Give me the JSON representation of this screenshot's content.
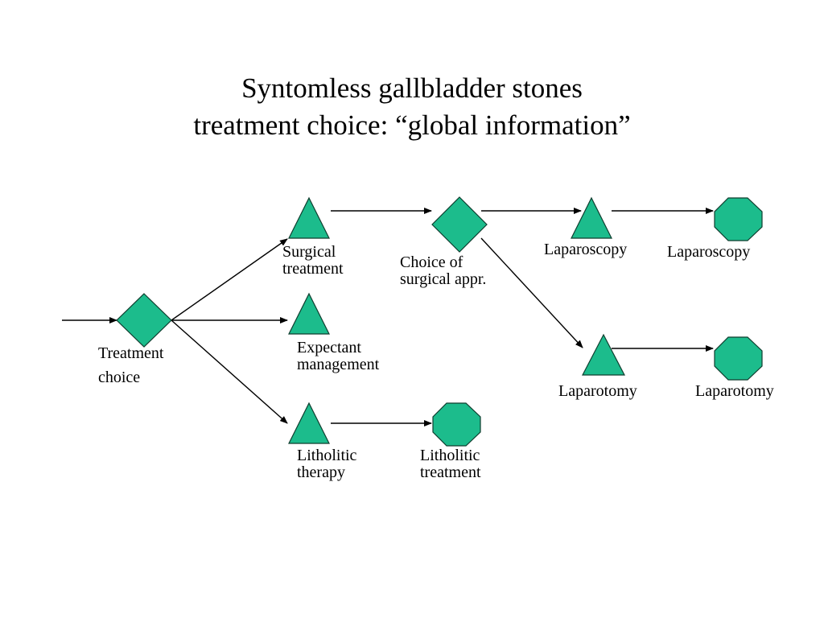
{
  "title": {
    "line1": "Syntomless gallbladder stones",
    "line2": "treatment choice: “global information”"
  },
  "colors": {
    "node_fill": "#1cbc8c",
    "node_stroke": "#0f3d2e",
    "edge": "#000000",
    "background": "#ffffff"
  },
  "legend_shapes": {
    "decision": "diamond",
    "chance": "triangle",
    "outcome": "octagon"
  },
  "nodes": {
    "treatment_choice": [
      "Treatment",
      "choice"
    ],
    "surgical_treatment": [
      "Surgical",
      "treatment"
    ],
    "expectant_management": [
      "Expectant",
      "management"
    ],
    "litholitic_therapy": [
      "Litholitic",
      "therapy"
    ],
    "choice_of_surgical_appr": [
      "Choice of",
      "surgical appr."
    ],
    "laparoscopy_chance": "Laparoscopy",
    "laparotomy_chance": "Laparotomy",
    "laparoscopy_outcome": "Laparoscopy",
    "laparotomy_outcome": "Laparotomy",
    "litholitic_treatment_outcome": [
      "Litholitic",
      "treatment"
    ]
  }
}
